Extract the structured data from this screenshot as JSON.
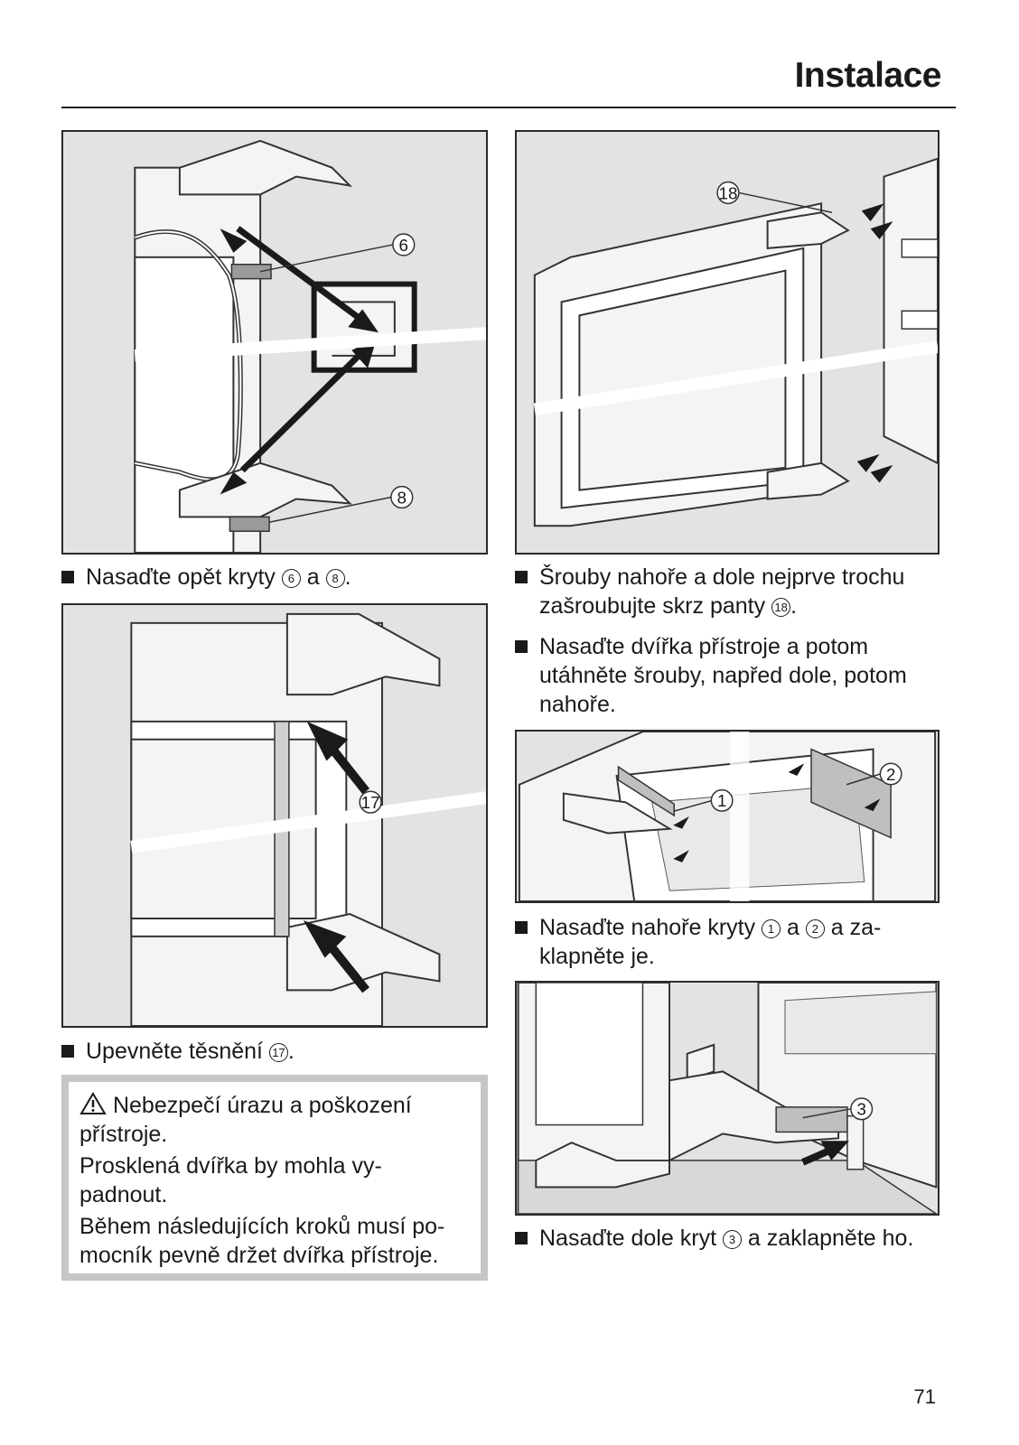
{
  "header": {
    "title": "Instalace"
  },
  "figures": {
    "fig1": {
      "callouts": [
        "6",
        "8"
      ]
    },
    "fig2": {
      "callouts": [
        "17"
      ]
    },
    "fig3": {
      "callouts": [
        "18"
      ]
    },
    "fig4": {
      "callouts": [
        "1",
        "2"
      ]
    },
    "fig5": {
      "callouts": [
        "3"
      ]
    }
  },
  "steps": {
    "s1": {
      "before": "Nasaďte opět kryty ",
      "n1": "6",
      "mid": " a ",
      "n2": "8",
      "after": "."
    },
    "s2": {
      "before": "Upevněte těsnění ",
      "n1": "17",
      "after": "."
    },
    "s3": {
      "line1": "Šrouby nahoře a dole nejprve trochu",
      "line2": "zašroubujte skrz panty ",
      "n1": "18",
      "after": "."
    },
    "s4": {
      "line1": "Nasaďte dvířka přístroje a potom",
      "line2": "utáhněte šrouby, napřed dole, potom",
      "line3": "nahoře."
    },
    "s5": {
      "before": "Nasaďte nahoře kryty ",
      "n1": "1",
      "mid": " a ",
      "n2": "2",
      "after": " a za-",
      "line2": "klapněte je."
    },
    "s6": {
      "before": "Nasaďte dole kryt ",
      "n1": "3",
      "after": " a zaklapněte ho."
    }
  },
  "warning": {
    "title": "Nebezpečí úrazu a poškození",
    "title_line2": "přístroje.",
    "p1_line1": "Prosklená dvířka by mohla vy-",
    "p1_line2": "padnout.",
    "p2_line1": "Během následujících kroků musí po-",
    "p2_line2": "mocník pevně držet dvířka přístroje."
  },
  "page_number": "71",
  "colors": {
    "figure_bg": "#e3e3e3",
    "warning_border": "#c6c6c6",
    "text": "#1a1a1a"
  }
}
